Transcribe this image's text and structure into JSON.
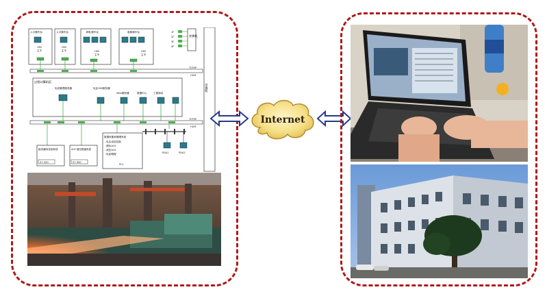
{
  "internet_label": "Internet",
  "diagram": {
    "top_stations": [
      "入口操作台",
      "入口操作台",
      "精轧操作台",
      "卷取操作台"
    ],
    "top_station_hmi": [
      "HMI",
      "HMI",
      "HMI",
      "HMI"
    ],
    "top_station_sub": [
      "主令",
      "主令",
      "主令",
      "主令"
    ],
    "switch_label": "交换机",
    "switch_label_small": "交换机",
    "port_labels": [
      "1F",
      "2F",
      "3F",
      "4F"
    ],
    "bus_labels": [
      "TCP/IP",
      "TCP/IP"
    ],
    "bus_sub_labels": [
      "HUM",
      "HUM"
    ],
    "process_group_title": "过程计算机区",
    "servers": [
      "轧线管理服务器",
      "轧区HMI服务器",
      "Web服务器",
      "数据中心",
      "工程师站"
    ],
    "plc_boxes": [
      {
        "title": "板形横向控制系统",
        "model": "S7-300"
      },
      {
        "title": "AGC液压辊缝系统",
        "model": "S7-300"
      },
      {
        "title": "数据采集和管理系统",
        "lines": [
          "-轧区设定控制",
          "-精轧AGC",
          "-液压AGC",
          "-轧制规程"
        ],
        "model": "PLC"
      }
    ],
    "pda_labels": [
      "PDA1",
      "PDA2"
    ]
  }
}
